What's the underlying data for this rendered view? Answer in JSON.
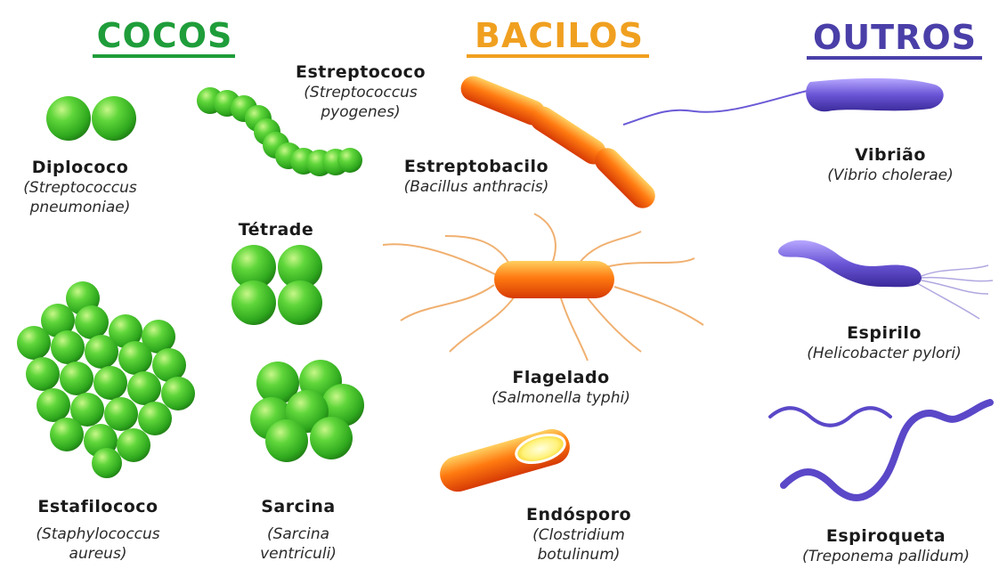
{
  "headers": {
    "cocos": "COCOS",
    "bacilos": "BACILOS",
    "outros": "OUTROS"
  },
  "colors": {
    "cocos": "#1f9d3a",
    "bacilos": "#f0a020",
    "outros": "#4a3fa8"
  },
  "labels": {
    "estreptococo": {
      "name": "Estreptococo",
      "species_1": "(Streptococcus",
      "species_2": "pyogenes)"
    },
    "diplococo": {
      "name": "Diplococo",
      "species_1": "(Streptococcus",
      "species_2": "pneumoniae)"
    },
    "tetrade": {
      "name": "Tétrade"
    },
    "estafilococo": {
      "name": "Estafilococo",
      "species_1": "(Staphylococcus",
      "species_2": "aureus)"
    },
    "sarcina": {
      "name": "Sarcina",
      "species_1": "(Sarcina",
      "species_2": "ventriculi)"
    },
    "estreptobacilo": {
      "name": "Estreptobacilo",
      "species_1": "(Bacillus anthracis)"
    },
    "flagelado": {
      "name": "Flagelado",
      "species_1": "(Salmonella typhi)"
    },
    "endosporo": {
      "name": "Endósporo",
      "species_1": "(Clostridium",
      "species_2": "botulinum)"
    },
    "vibriao": {
      "name": "Vibrião",
      "species_1": "(Vibrio cholerae)"
    },
    "espirilo": {
      "name": "Espirilo",
      "species_1": "(Helicobacter pylori)"
    },
    "espiroqueta": {
      "name": "Espiroqueta",
      "species_1": "(Treponema pallidum)"
    }
  }
}
